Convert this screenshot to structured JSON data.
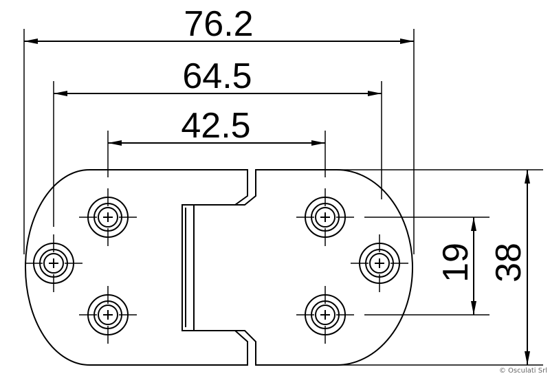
{
  "dimensions": {
    "overall_length": "76.2",
    "outer_hole_spacing": "64.5",
    "inner_hole_spacing": "42.5",
    "hole_row_spacing": "19",
    "overall_width": "38"
  },
  "credit": "© Osculati Srl"
}
